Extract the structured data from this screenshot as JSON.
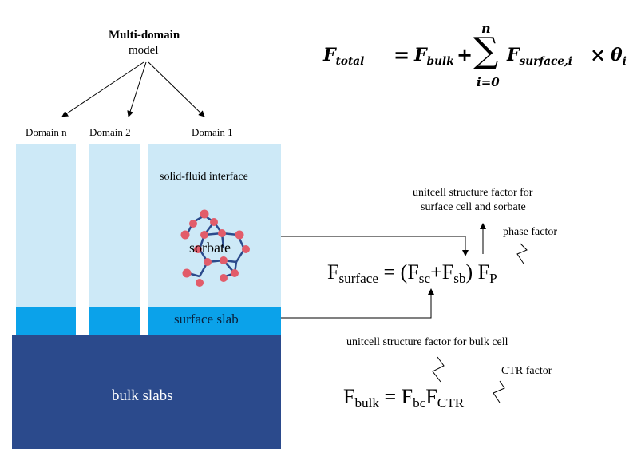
{
  "model_label": [
    "Multi-domain",
    "model"
  ],
  "domains": [
    "Domain n",
    "Domain 2",
    "Domain 1"
  ],
  "layers": {
    "interface": "solid-fluid interface",
    "sorbate": "sorbate",
    "surface_slab": "surface slab",
    "bulk_slabs": "bulk slabs"
  },
  "colors": {
    "fluid": "#cde9f7",
    "surface_slab": "#0ba2ea",
    "bulk": "#2b4a8c",
    "atom": "#e25c6a",
    "bond": "#2b4a8c"
  },
  "equation_total": {
    "lhs": "F",
    "lhs_sub": "total",
    "eq": "=",
    "term1": "F",
    "term1_sub": "bulk",
    "plus": "+",
    "sum_symbol": "∑",
    "sum_upper": "n",
    "sum_lower": "i=0",
    "term2": "F",
    "term2_sub": "surface,i",
    "times": "×",
    "theta": "θ",
    "theta_sub": "i"
  },
  "equation_surface": {
    "lhs": "F",
    "lhs_sub": "surface",
    "eq": "= (F",
    "sc_sub": "sc",
    "plus": "+F",
    "sb_sub": "sb",
    "close": ") F",
    "p_sub": "P"
  },
  "equation_bulk": {
    "lhs": "F",
    "lhs_sub": "bulk",
    "eq": "= F",
    "bc_sub": "bc",
    "f2": "F",
    "ctr_sub": "CTR"
  },
  "annotations": {
    "surface_factor": [
      "unitcell structure factor for",
      "surface cell and sorbate"
    ],
    "phase_factor": "phase factor",
    "bulk_factor": "unitcell structure factor for bulk cell",
    "ctr_factor": "CTR factor"
  }
}
